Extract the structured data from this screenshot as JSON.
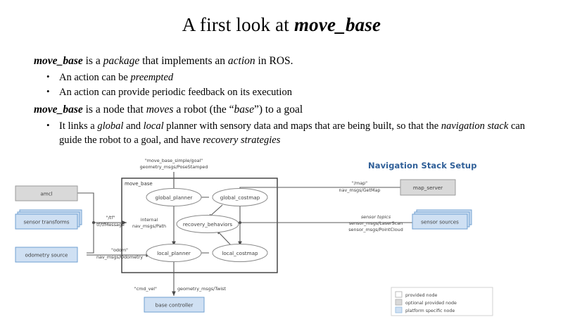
{
  "slide": {
    "title_plain": "A first look at ",
    "title_emph": "move_base",
    "paragraph1": {
      "term": "move_base",
      "t1": " is a ",
      "i1": "package",
      "t2": " that implements an ",
      "i2": "action",
      "t3": " in ROS."
    },
    "bullets_1": [
      {
        "pre": "An action can be ",
        "emph": "preempted",
        "post": ""
      },
      {
        "pre": "An action can provide periodic feedback on its execution",
        "emph": "",
        "post": ""
      }
    ],
    "paragraph2": {
      "term": "move_base",
      "t1": " is a node that ",
      "i1": "moves",
      "t2": " a robot (the “",
      "i2": "base",
      "t3": "”) to a goal"
    },
    "bullets_2": [
      {
        "l1_a": "It links a ",
        "l1_i1": "global",
        "l1_b": " and ",
        "l1_i2": "local",
        "l1_c": " planner with sensory data and maps that are being built, so",
        "l2_a": "that the ",
        "l2_i1": "navigation stack",
        "l2_b": " can guide the robot to a goal, and have ",
        "l2_i2": "recovery strategies",
        "l2_c": ""
      }
    ]
  },
  "diagram": {
    "heading": "Navigation Stack Setup",
    "container_label": "move_base",
    "external_nodes": [
      {
        "id": "amcl",
        "label": "amcl",
        "kind": "optional-provided"
      },
      {
        "id": "sensor-transforms",
        "label": "sensor transforms",
        "kind": "platform-specific-stack"
      },
      {
        "id": "odometry-source",
        "label": "odometry source",
        "kind": "platform-specific"
      },
      {
        "id": "map-server",
        "label": "map_server",
        "kind": "optional-provided"
      },
      {
        "id": "sensor-sources",
        "label": "sensor sources",
        "kind": "platform-specific-stack"
      },
      {
        "id": "base-controller",
        "label": "base controller",
        "kind": "platform-specific"
      }
    ],
    "internal_nodes": [
      {
        "id": "global-planner",
        "label": "global_planner"
      },
      {
        "id": "global-costmap",
        "label": "global_costmap"
      },
      {
        "id": "recovery-behaviors",
        "label": "recovery_behaviors"
      },
      {
        "id": "local-planner",
        "label": "local_planner"
      },
      {
        "id": "local-costmap",
        "label": "local_costmap"
      }
    ],
    "edge_labels": {
      "goal_topic": "\"move_base_simple/goal\"",
      "goal_type": "geometry_msgs/PoseStamped",
      "tf_topic": "\"/tf\"",
      "tf_type": "tf/tfMessage",
      "odom_topic": "\"odom\"",
      "odom_type": "nav_msgs/Odometry",
      "map_topic": "\"/map\"",
      "map_type": "nav_msgs/GetMap",
      "sensor_topic": "sensor topics",
      "sensor_type_1": "sensor_msgs/LaserScan",
      "sensor_type_2": "sensor_msgs/PointCloud",
      "internal_label": "internal",
      "internal_type": "nav_msgs/Path",
      "cmdvel_topic": "\"cmd_vel\"",
      "cmdvel_type": "geometry_msgs/Twist"
    },
    "legend": [
      {
        "label": "provided node",
        "swatch": "#ffffff"
      },
      {
        "label": "optional provided node",
        "swatch": "#d9d9d9"
      },
      {
        "label": "platform specific node",
        "swatch": "#cfe0f3"
      }
    ],
    "colors": {
      "heading": "#2f5f98",
      "platform_fill": "#cfe0f3",
      "platform_stroke": "#6f9fd0",
      "optional_fill": "#d9d9d9",
      "optional_stroke": "#9a9a9a",
      "ellipse_stroke": "#8a8a8a",
      "box_stroke": "#3a3a3a",
      "edge_stroke": "#5a5a5a"
    }
  }
}
